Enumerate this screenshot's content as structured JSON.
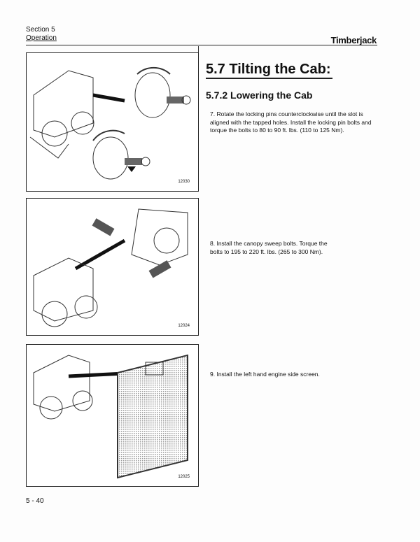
{
  "header": {
    "section": "Section 5",
    "chapter": "Operation",
    "brand": "Timberjack"
  },
  "title": "5.7 Tilting the Cab:",
  "subtitle": "5.7.2 Lowering the Cab",
  "steps": [
    {
      "num": "7.",
      "text": "Rotate the locking pins counterclockwise until the slot is aligned with the tapped holes. Install the locking pin bolts  and torque the bolts to 80 to 90 ft. lbs. (110 to 125 Nm)."
    },
    {
      "num": "8.",
      "text": "Install the canopy sweep bolts. Torque the bolts to 195 to 220 ft. lbs. (265 to 300 Nm)."
    },
    {
      "num": "9.",
      "text": "Install the left hand engine side screen."
    }
  ],
  "figures": [
    {
      "number": "12030"
    },
    {
      "number": "12024"
    },
    {
      "number": "12025"
    }
  ],
  "page_number": "5 - 40"
}
